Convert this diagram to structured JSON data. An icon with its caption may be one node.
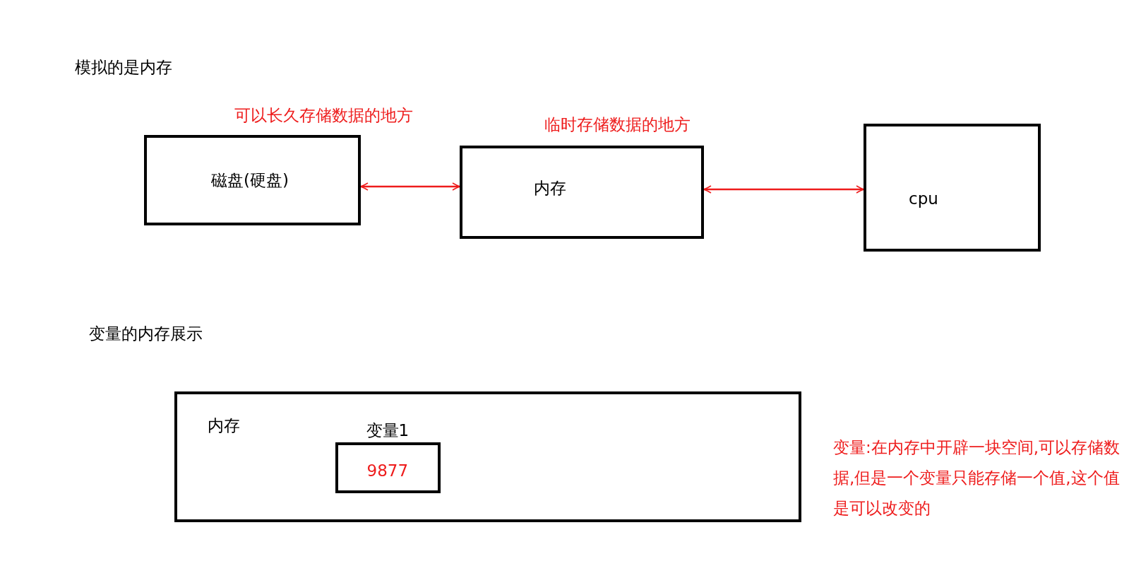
{
  "diagram": {
    "nodes": [
      {
        "text": [
          "磁盘(硬盘)"
        ],
        "beside": [
          "可以长久存储数据的地方"
        ]
      },
      {
        "text": [
          "内存"
        ],
        "beside": [
          "临时存储数据的地方"
        ]
      },
      {
        "text": [
          "cpu"
        ]
      },
      {
        "text": [
          "内存"
        ]
      },
      {
        "text": [
          "变量1",
          "9877"
        ],
        "in": 3
      }
    ],
    "edges": [
      {
        "from": 0,
        "to": 1,
        "arrow": "both",
        "color": "#ee1c1c"
      },
      {
        "from": 1,
        "to": 2,
        "arrow": "both",
        "color": "#ee1c1c"
      }
    ],
    "labels": [
      "模拟的是内存",
      "变量的内存展示",
      "变量:在内存中开辟一块空间,可以存储数据,但是一个变量只能存储一个值,这个值是可以改变的"
    ]
  }
}
